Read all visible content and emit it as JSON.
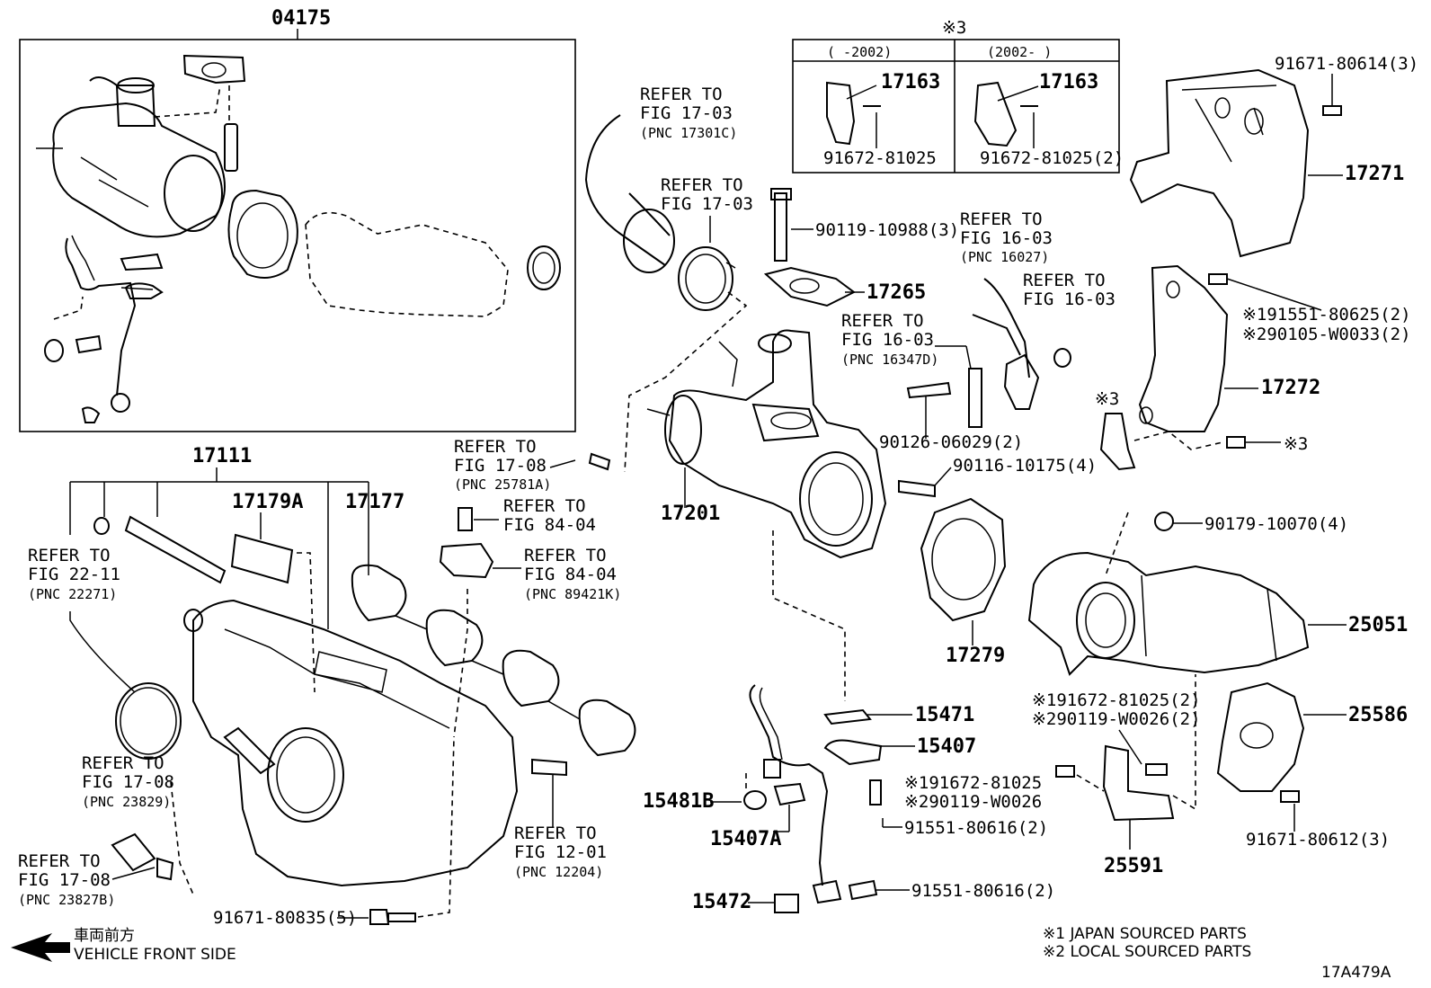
{
  "groups": {
    "g04175": "04175",
    "g17111": "17111"
  },
  "note3_header": {
    "mark": "※3",
    "col1": "(  -2002)",
    "col2": "(2002-  )",
    "col1_part": "17163",
    "col1_bolt": "91672-81025",
    "col2_part": "17163",
    "col2_bolt": "91672-81025(2)"
  },
  "refs": {
    "r1703a": [
      "REFER TO",
      "FIG 17-03",
      "(PNC 17301C)"
    ],
    "r1703b": [
      "REFER TO",
      "FIG 17-03"
    ],
    "r1603a": [
      "REFER TO",
      "FIG 16-03",
      "(PNC 16027)"
    ],
    "r1603b": [
      "REFER TO",
      "FIG 16-03"
    ],
    "r1603c": [
      "REFER TO",
      "FIG 16-03",
      "(PNC 16347D)"
    ],
    "r1708a": [
      "REFER TO",
      "FIG 17-08",
      "(PNC 25781A)"
    ],
    "r8404a": [
      "REFER TO",
      "FIG 84-04"
    ],
    "r8404b": [
      "REFER TO",
      "FIG 84-04",
      "(PNC 89421K)"
    ],
    "r2211": [
      "REFER TO",
      "FIG 22-11",
      "(PNC 22271)"
    ],
    "r1708b": [
      "REFER TO",
      "FIG 17-08",
      "(PNC 23829)"
    ],
    "r1708c": [
      "REFER TO",
      "FIG 17-08",
      "(PNC 23827B)"
    ],
    "r1201": [
      "REFER TO",
      "FIG 12-01",
      "(PNC 12204)"
    ]
  },
  "parts": {
    "p91671_80614": "91671-80614(3)",
    "p17271": "17271",
    "p90119_10988": "90119-10988(3)",
    "p17265": "17265",
    "p91551_80625": "※191551-80625(2)",
    "p90105_W0033": "※290105-W0033(2)",
    "p17272": "17272",
    "p3a": "※3",
    "p3b": "※3",
    "p90126_06029": "90126-06029(2)",
    "p90116_10175": "90116-10175(4)",
    "p17201": "17201",
    "p17179A": "17179A",
    "p17177": "17177",
    "p90179_10070": "90179-10070(4)",
    "p25051": "25051",
    "p17279": "17279",
    "p15471": "15471",
    "p15407": "15407",
    "p91672_81025a": "※191672-81025(2)",
    "p90119_W0026a": "※290119-W0026(2)",
    "p25586": "25586",
    "p91672_81025b": "※191672-81025",
    "p90119_W0026b": "※290119-W0026",
    "p15481B": "15481B",
    "p91551_80616a": "91551-80616(2)",
    "p15407A": "15407A",
    "p25591": "25591",
    "p91671_80612": "91671-80612(3)",
    "p15472": "15472",
    "p91551_80616b": "91551-80616(2)",
    "p91671_80835": "91671-80835(5)"
  },
  "footer": {
    "front_jp": "車両前方",
    "front_en": "VEHICLE FRONT SIDE",
    "note1": "※1  JAPAN SOURCED PARTS",
    "note2": "※2  LOCAL SOURCED PARTS",
    "fig_id": "17A479A"
  }
}
